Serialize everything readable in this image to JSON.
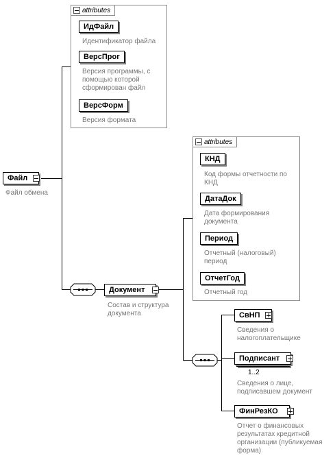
{
  "attributes_header": "attributes",
  "root": {
    "name": "Файл",
    "description": "Файл обмена"
  },
  "root_attributes": [
    {
      "name": "ИдФайл",
      "description": "Идентификатор файла"
    },
    {
      "name": "ВерсПрог",
      "description": "Версия программы, с помощью которой сформирован файл"
    },
    {
      "name": "ВерсФорм",
      "description": "Версия формата"
    }
  ],
  "document": {
    "name": "Документ",
    "description": "Состав и структура документа"
  },
  "document_attributes": [
    {
      "name": "КНД",
      "description": "Код формы отчетности по КНД"
    },
    {
      "name": "ДатаДок",
      "description": "Дата формирования документа"
    },
    {
      "name": "Период",
      "description": "Отчетный (налоговый) период"
    },
    {
      "name": "ОтчетГод",
      "description": "Отчетный год"
    }
  ],
  "document_children": [
    {
      "name": "СвНП",
      "description": "Сведения о налогоплательщике"
    },
    {
      "name": "Подписант",
      "description": "Сведения о лице, подписавшем документ",
      "multiplicity": "1..2"
    },
    {
      "name": "ФинРезКО",
      "description": "Отчет о финансовых результатах кредитной организации (публикуемая форма)"
    }
  ]
}
